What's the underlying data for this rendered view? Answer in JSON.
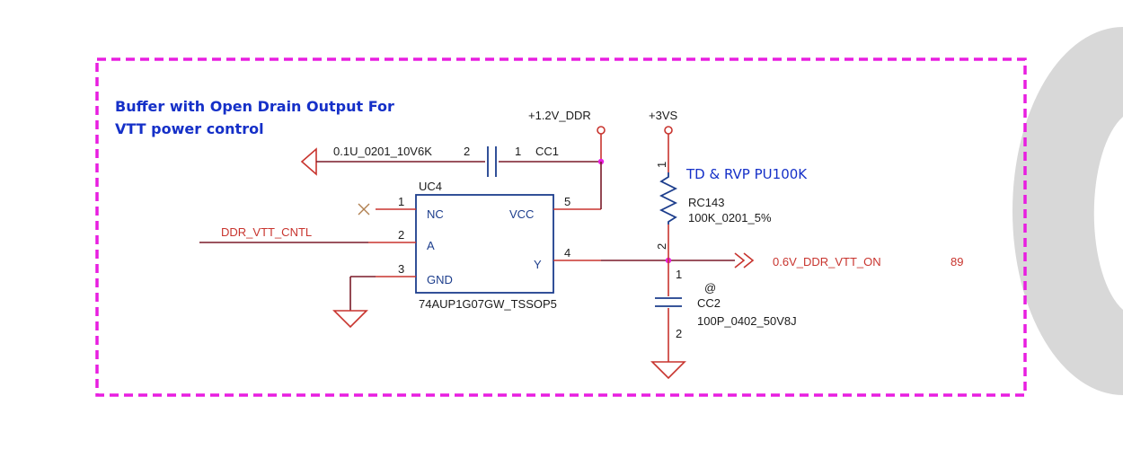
{
  "title_line1": "Buffer with Open Drain Output For",
  "title_line2": "VTT power control",
  "rails": {
    "ddr": "+1.2V_DDR",
    "vs3": "+3VS"
  },
  "cap_cc1": {
    "ref": "CC1",
    "value": "0.1U_0201_10V6K",
    "pin_a": "2",
    "pin_b": "1"
  },
  "ic": {
    "ref": "UC4",
    "part": "74AUP1G07GW_TSSOP5",
    "pins": [
      {
        "num": "1",
        "name": "NC"
      },
      {
        "num": "2",
        "name": "A"
      },
      {
        "num": "3",
        "name": "GND"
      },
      {
        "num": "5",
        "name": "VCC"
      },
      {
        "num": "4",
        "name": "Y"
      }
    ]
  },
  "net_in": "DDR_VTT_CNTL",
  "res": {
    "ref": "RC143",
    "value": "100K_0201_5%",
    "pin_top": "1",
    "pin_bot": "2",
    "note": "TD & RVP PU100K"
  },
  "cap_cc2": {
    "ref": "CC2",
    "value": "100P_0402_50V8J",
    "pin_top": "1",
    "pin_bot": "2",
    "mark": "@"
  },
  "net_out": {
    "name": "0.6V_DDR_VTT_ON",
    "page": "89"
  },
  "colors": {
    "border": "#e81ee0",
    "wire": "#7a1a28",
    "component": "#1c3d8c",
    "pin": "#c8342e",
    "annotation": "#1530c8"
  }
}
